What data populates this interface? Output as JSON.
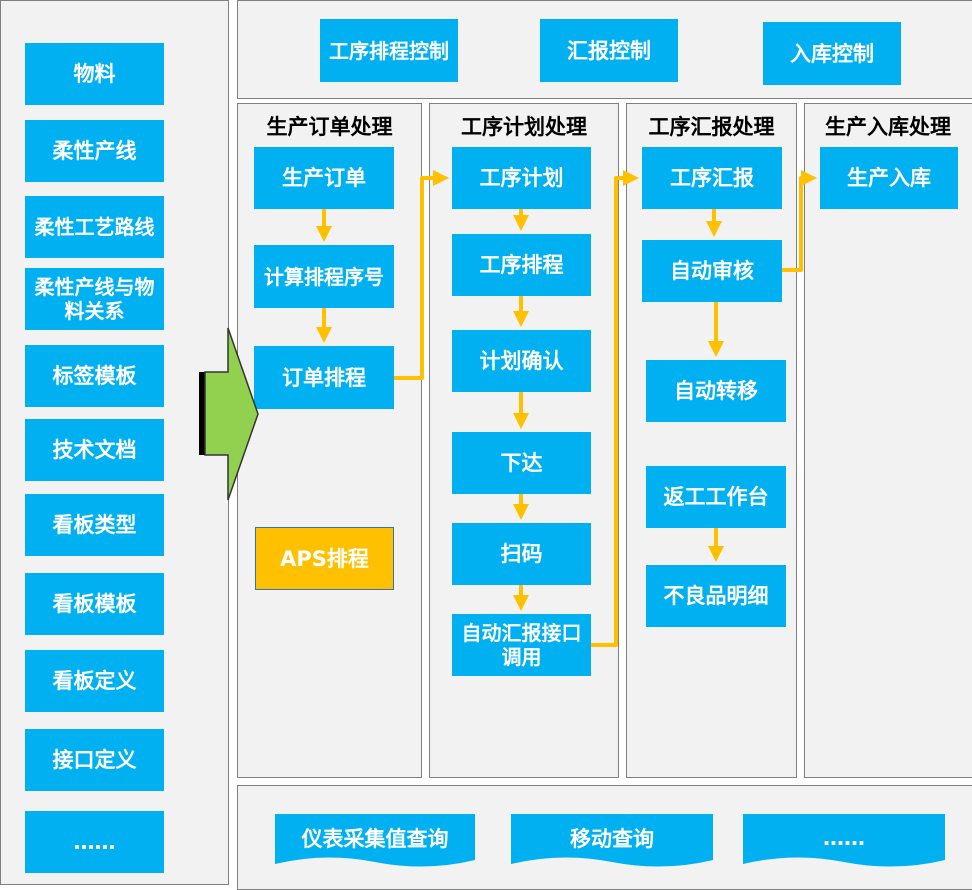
{
  "sidebar": {
    "items": [
      "物料",
      "柔性产线",
      "柔性工艺路线",
      "柔性产线与物料关系",
      "标签模板",
      "技术文档",
      "看板类型",
      "看板模板",
      "看板定义",
      "接口定义",
      "……"
    ]
  },
  "top_controls": [
    "工序排程控制",
    "汇报控制",
    "入库控制"
  ],
  "columns": {
    "order": {
      "header": "生产订单处理",
      "steps": [
        "生产订单",
        "计算排程序号",
        "订单排程"
      ],
      "extra": "APS排程"
    },
    "plan": {
      "header": "工序计划处理",
      "steps": [
        "工序计划",
        "工序排程",
        "计划确认",
        "下达",
        "扫码",
        "自动汇报接口调用"
      ]
    },
    "report": {
      "header": "工序汇报处理",
      "steps": [
        "工序汇报",
        "自动审核",
        "自动转移",
        "返工工作台",
        "不良品明细"
      ]
    },
    "warehouse": {
      "header": "生产入库处理",
      "steps": [
        "生产入库"
      ]
    }
  },
  "bottom_items": [
    "仪表采集值查询",
    "移动查询",
    "……"
  ],
  "colors": {
    "box": "#00b0f0",
    "aps": "#ffc000",
    "arrow": "#ffc000",
    "big_arrow": "#92d050",
    "panel": "#f2f2f2"
  },
  "icons": [
    "big-right-arrow-icon",
    "flow-arrow-icon"
  ]
}
